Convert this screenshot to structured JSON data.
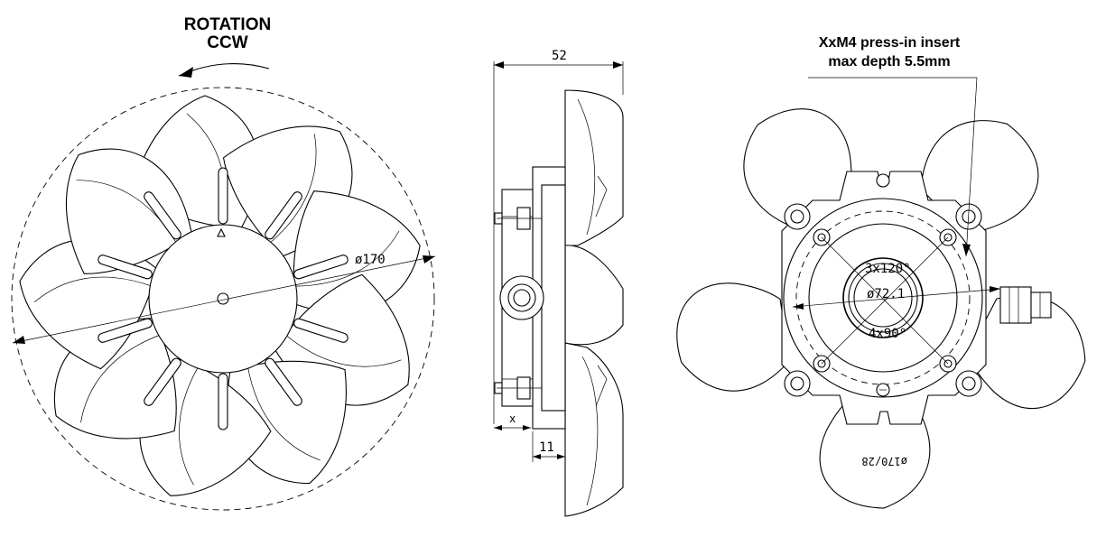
{
  "front_view": {
    "rotation_title": "ROTATION",
    "rotation_direction": "CCW",
    "diameter_label": "ø170"
  },
  "side_view": {
    "depth_label": "52",
    "offset_label": "x",
    "hub_label": "11"
  },
  "rear_view": {
    "insert_note_line1": "XxM4 press-in insert",
    "insert_note_line2": "max depth 5.5mm",
    "bolt_pattern_label": "3x120°",
    "center_diameter_label": "ø72.1",
    "hole_pattern_label": "4x90°",
    "part_code": "ø170/28"
  }
}
